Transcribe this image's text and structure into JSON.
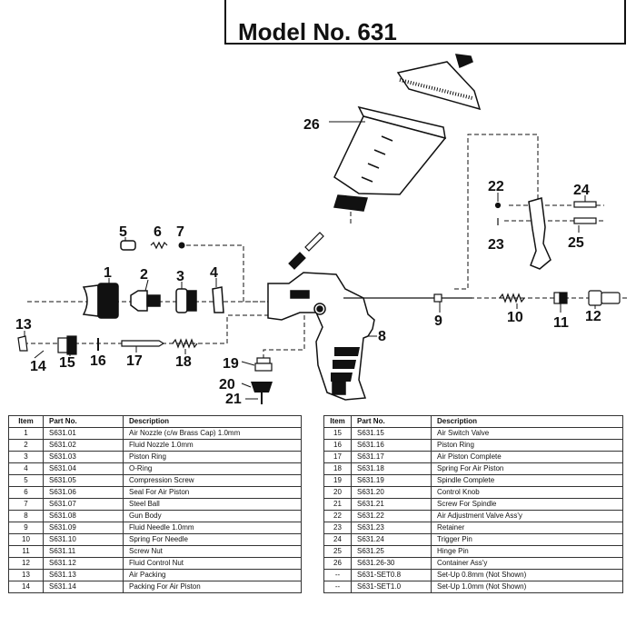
{
  "header": {
    "title": "Model No. 631"
  },
  "callouts": [
    "1",
    "2",
    "3",
    "4",
    "5",
    "6",
    "7",
    "8",
    "9",
    "10",
    "11",
    "12",
    "13",
    "14",
    "15",
    "16",
    "17",
    "18",
    "19",
    "20",
    "21",
    "22",
    "23",
    "24",
    "25",
    "26"
  ],
  "table": {
    "headers": [
      "Item",
      "Part No.",
      "Description"
    ],
    "left_rows": [
      [
        "1",
        "S631.01",
        "Air Nozzle (c/w Brass Cap) 1.0mm"
      ],
      [
        "2",
        "S631.02",
        "Fluid Nozzle 1.0mm"
      ],
      [
        "3",
        "S631.03",
        "Piston Ring"
      ],
      [
        "4",
        "S631.04",
        "O-Ring"
      ],
      [
        "5",
        "S631.05",
        "Compression Screw"
      ],
      [
        "6",
        "S631.06",
        "Seal For Air Piston"
      ],
      [
        "7",
        "S631.07",
        "Steel Ball"
      ],
      [
        "8",
        "S631.08",
        "Gun Body"
      ],
      [
        "9",
        "S631.09",
        "Fluid Needle 1.0mm"
      ],
      [
        "10",
        "S631.10",
        "Spring For Needle"
      ],
      [
        "11",
        "S631.11",
        "Screw Nut"
      ],
      [
        "12",
        "S631.12",
        "Fluid Control Nut"
      ],
      [
        "13",
        "S631.13",
        "Air Packing"
      ],
      [
        "14",
        "S631.14",
        "Packing For Air Piston"
      ]
    ],
    "right_rows": [
      [
        "15",
        "S631.15",
        "Air Switch Valve"
      ],
      [
        "16",
        "S631.16",
        "Piston Ring"
      ],
      [
        "17",
        "S631.17",
        "Air Piston Complete"
      ],
      [
        "18",
        "S631.18",
        "Spring For Air Piston"
      ],
      [
        "19",
        "S631.19",
        "Spindle Complete"
      ],
      [
        "20",
        "S631.20",
        "Control Knob"
      ],
      [
        "21",
        "S631.21",
        "Screw For Spindle"
      ],
      [
        "22",
        "S631.22",
        "Air Adjustment Valve Ass'y"
      ],
      [
        "23",
        "S631.23",
        "Retainer"
      ],
      [
        "24",
        "S631.24",
        "Trigger Pin"
      ],
      [
        "25",
        "S631.25",
        "Hinge Pin"
      ],
      [
        "26",
        "S631.26-30",
        "Container Ass'y"
      ],
      [
        "--",
        "S631-SET0.8",
        "Set-Up 0.8mm (Not Shown)"
      ],
      [
        "--",
        "S631-SET1.0",
        "Set-Up 1.0mm (Not Shown)"
      ]
    ]
  }
}
